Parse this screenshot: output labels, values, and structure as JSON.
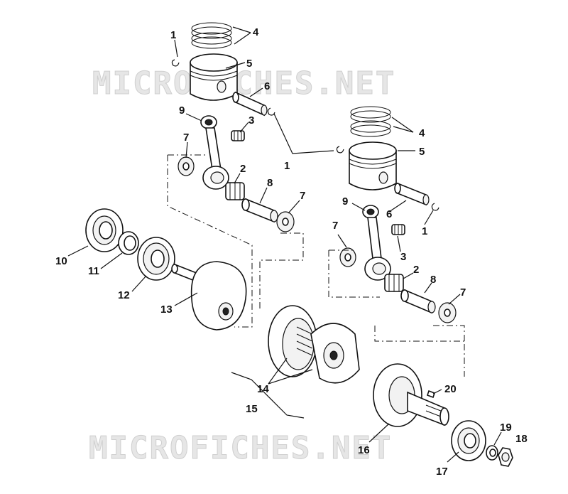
{
  "watermarks": [
    "MICROFICHES.NET",
    "MICROFICHES.NET"
  ],
  "callouts": [
    "1",
    "4",
    "5",
    "6",
    "9",
    "3",
    "7",
    "2",
    "8",
    "7",
    "1",
    "4",
    "5",
    "9",
    "6",
    "1",
    "7",
    "3",
    "10",
    "11",
    "12",
    "13",
    "2",
    "8",
    "7",
    "14",
    "15",
    "20",
    "16",
    "19",
    "18",
    "17"
  ]
}
